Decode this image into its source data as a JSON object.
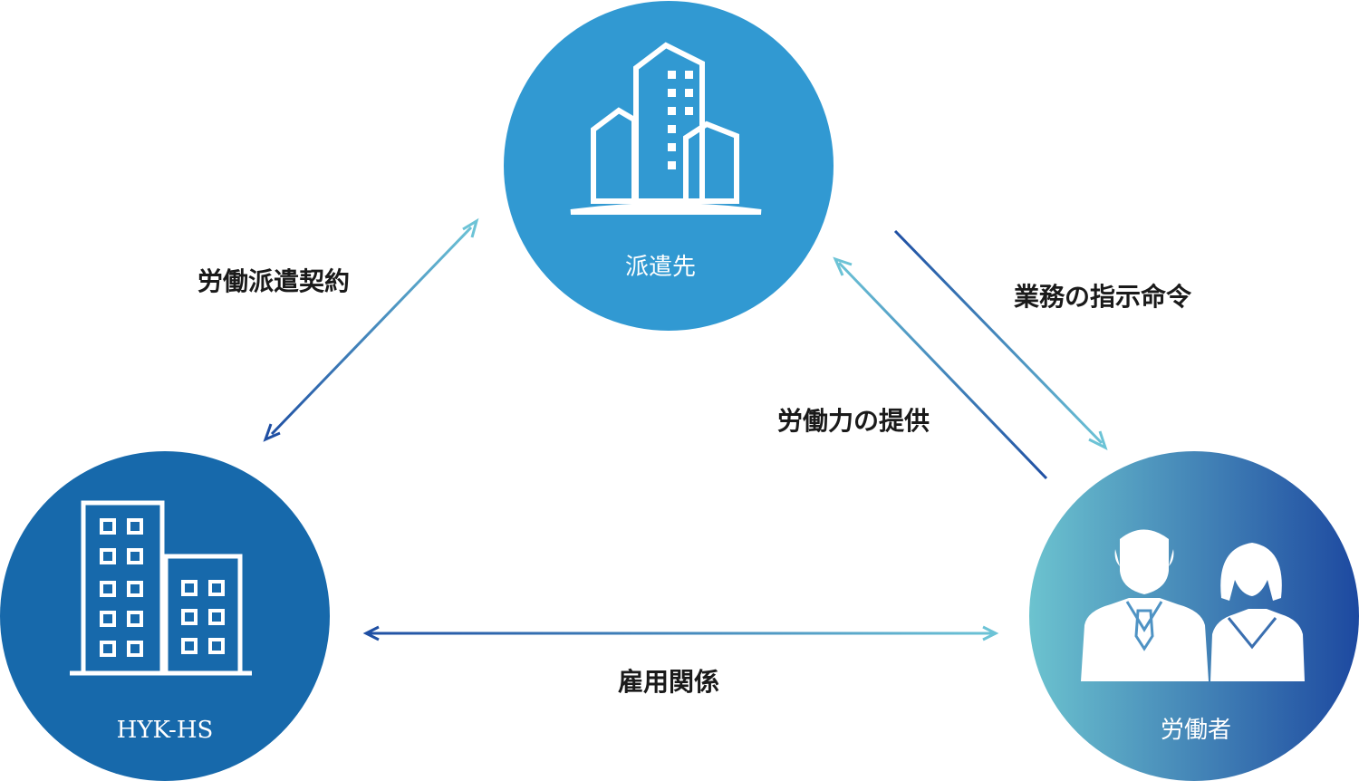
{
  "nodes": {
    "client": {
      "label": "派遣先",
      "icon": "office-towers-icon",
      "color": "#3199d2"
    },
    "company": {
      "label": "HYK-HS",
      "icon": "office-building-icon",
      "color": "#1769ab"
    },
    "worker": {
      "label": "労働者",
      "icon": "business-people-icon",
      "gradient": [
        "#6cc3cf",
        "#1d49a0"
      ]
    }
  },
  "edges": {
    "dispatch_contract": "労働派遣契約",
    "work_instructions": "業務の指示命令",
    "labor_provision": "労働力の提供",
    "employment": "雇用関係"
  },
  "colors": {
    "arrow_dark": "#1f4fa3",
    "arrow_light": "#6cc3d6"
  }
}
